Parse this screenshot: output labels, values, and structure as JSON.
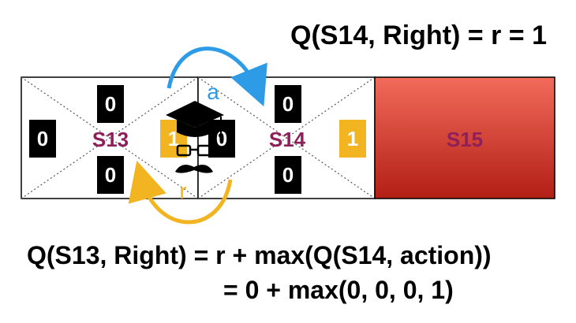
{
  "formulas": {
    "top": "Q(S14, Right) = r = 1",
    "bottom_line1": "Q(S13, Right) = r + max(Q(S14, action))",
    "bottom_line2": "= 0 + max(0, 0, 0, 1)"
  },
  "states": {
    "s13": {
      "label": "S13",
      "q_up": "0",
      "q_down": "0",
      "q_left": "0",
      "q_right": "1"
    },
    "s14": {
      "label": "S14",
      "q_up": "0",
      "q_down": "0",
      "q_left": "0",
      "q_right": "1"
    },
    "s15": {
      "label": "S15"
    }
  },
  "arrows": {
    "action_label": "a",
    "reward_label": "r"
  },
  "agent": {
    "icon": "agent-graduate-mustache-icon"
  },
  "colors": {
    "state_label": "#8e1f5a",
    "badge_black": "#000000",
    "badge_gold": "#f2b521",
    "action_arrow": "#2e9be6",
    "reward_arrow": "#f2b521",
    "goal_top": "#f26b5b",
    "goal_bottom": "#b21f15"
  }
}
